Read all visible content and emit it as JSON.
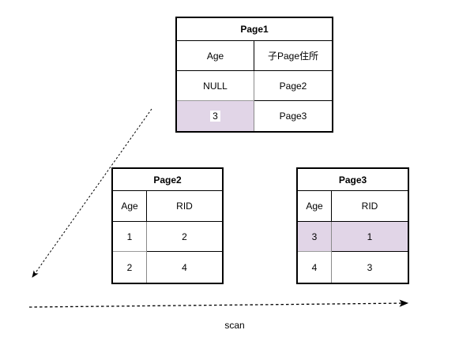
{
  "diagram": {
    "kind": "btree-index-pages",
    "highlight_color": "#E1D5E7",
    "tables": [
      {
        "title": "Page1",
        "columns": [
          "Age",
          "子Page住所"
        ],
        "rows": [
          [
            "NULL",
            "Page2"
          ],
          [
            "3",
            "Page3"
          ]
        ],
        "highlighted_cells": [
          "row2-col1"
        ]
      },
      {
        "title": "Page2",
        "columns": [
          "Age",
          "RID"
        ],
        "rows": [
          [
            "1",
            "2"
          ],
          [
            "2",
            "4"
          ]
        ],
        "highlighted_cells": []
      },
      {
        "title": "Page3",
        "columns": [
          "Age",
          "RID"
        ],
        "rows": [
          [
            "3",
            "1"
          ],
          [
            "4",
            "3"
          ]
        ],
        "highlighted_cells": [
          "row1-col1",
          "row1-col2"
        ]
      }
    ],
    "annotations": {
      "scan_label": "scan"
    }
  }
}
